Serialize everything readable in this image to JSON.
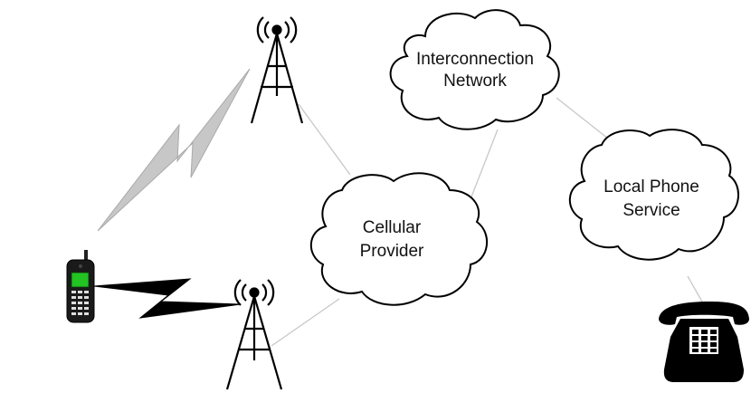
{
  "nodes": {
    "interconnection": {
      "line1": "Interconnection",
      "line2": "Network"
    },
    "cellular": {
      "line1": "Cellular",
      "line2": "Provider"
    },
    "local_phone": {
      "line1": "Local Phone",
      "line2": "Service"
    }
  },
  "icons": {
    "tower": "radio-tower-icon",
    "phone": "mobile-phone-icon",
    "desk_phone": "desk-telephone-icon",
    "lightning": "lightning-bolt-icon"
  },
  "colors": {
    "link_line": "#c8c8c8",
    "cloud_stroke": "#000000",
    "weak_signal": "#c7c7c7",
    "strong_signal": "#000000",
    "phone_screen": "#22c322"
  }
}
